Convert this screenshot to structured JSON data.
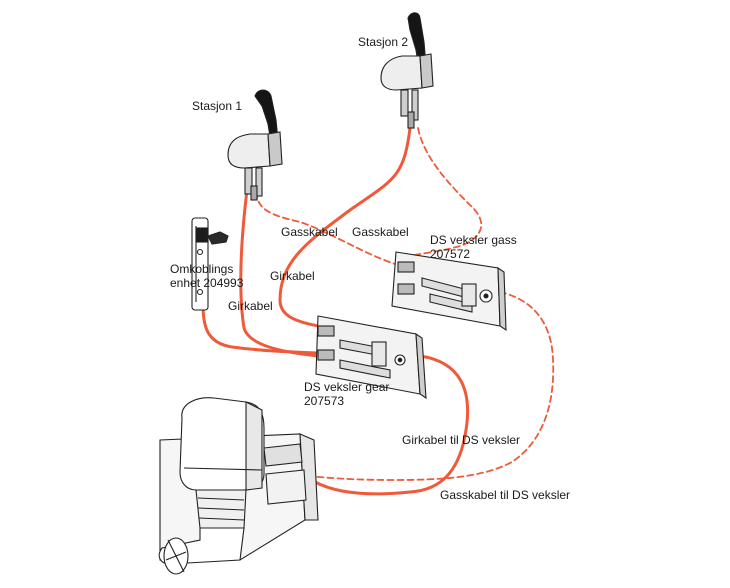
{
  "labels": {
    "station1": "Stasjon 1",
    "station2": "Stasjon 2",
    "gasskabel_left": "Gasskabel",
    "gasskabel_right": "Gasskabel",
    "girkabel_mid": "Girkabel",
    "girkabel_left": "Girkabel",
    "switch_unit_line1": "Omkoblings",
    "switch_unit_line2": "enhet 204993",
    "ds_gas_line1": "DS veksler gass",
    "ds_gas_line2": "207572",
    "ds_gear_line1": "DS veksler gear",
    "ds_gear_line2": "207573",
    "girkabel_to_ds": "Girkabel til DS veksler",
    "gasskabel_to_ds": "Gasskabel til DS veksler"
  },
  "colors": {
    "shift_cable": "#ef5a3a",
    "throttle_cable": "#ef5a3a",
    "line_art": "#222222",
    "control_body": "#eeeeee",
    "handle": "#151515",
    "label_text": "#1a1a1a"
  }
}
